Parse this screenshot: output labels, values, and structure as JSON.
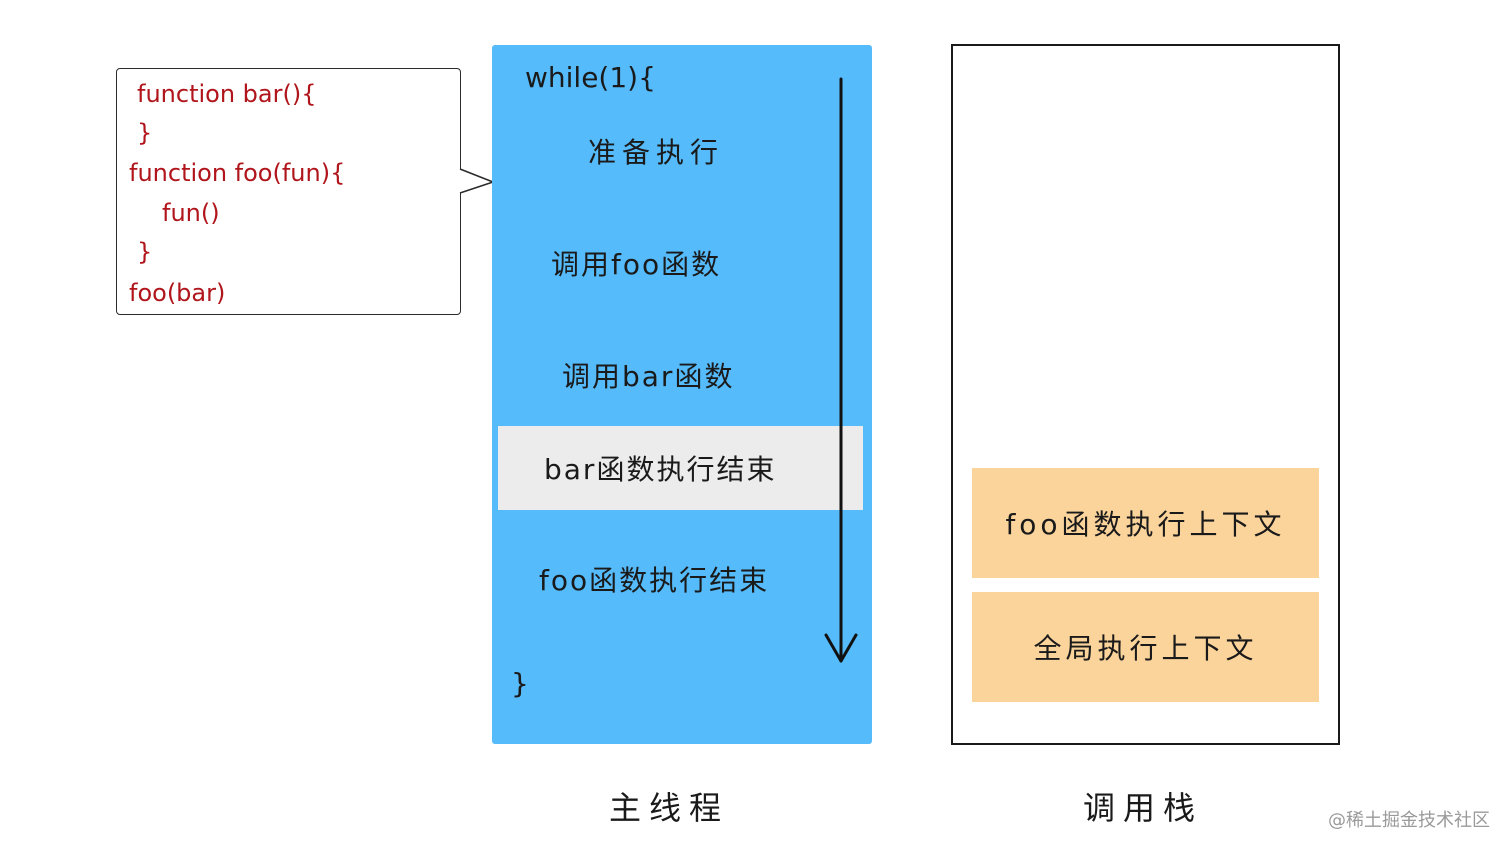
{
  "code": {
    "lines": [
      "function bar(){",
      "}",
      "function foo(fun){",
      "fun()",
      "}",
      "foo(bar)"
    ],
    "color": "#b0151b"
  },
  "main_thread": {
    "loop_open": "while(1){",
    "steps": [
      "准备执行",
      "调用foo函数",
      "调用bar函数",
      "bar函数执行结束",
      "foo函数执行结束"
    ],
    "highlighted_step": "bar函数执行结束",
    "loop_close": "}",
    "caption": "主线程",
    "color": "#55bbfb"
  },
  "call_stack": {
    "frames": [
      "foo函数执行上下文",
      "全局执行上下文"
    ],
    "caption": "调用栈",
    "frame_color": "#fbd49c"
  },
  "watermark": "@稀土掘金技术社区"
}
